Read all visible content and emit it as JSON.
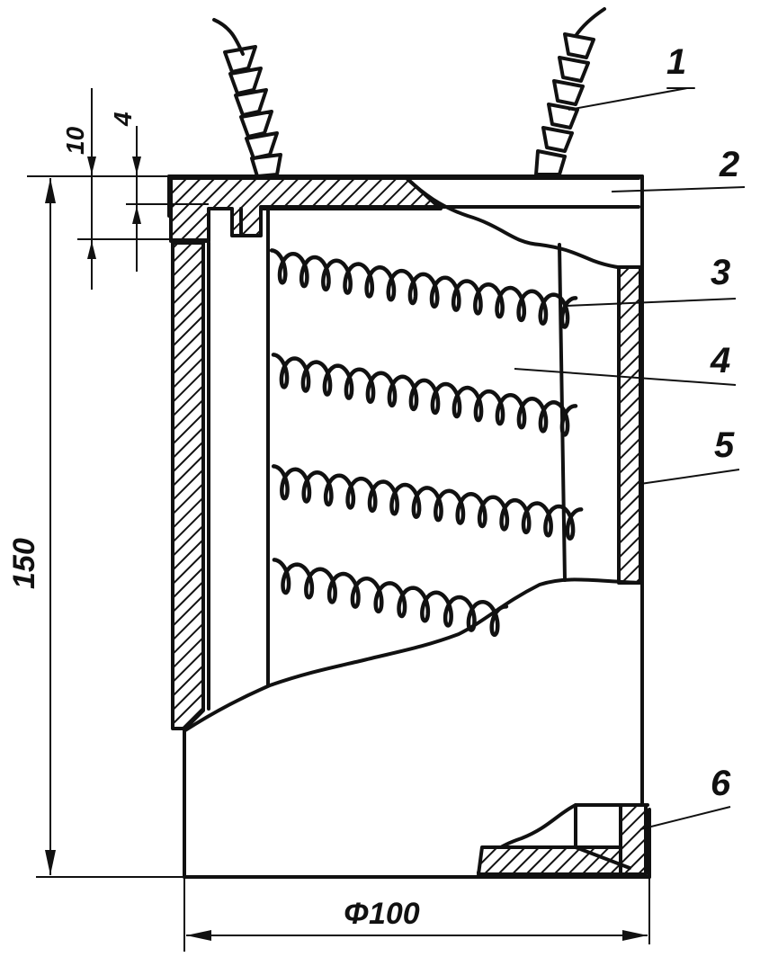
{
  "callouts": [
    {
      "number": "1",
      "part": "lead-wire"
    },
    {
      "number": "2",
      "part": "lid"
    },
    {
      "number": "3",
      "part": "heating-spiral"
    },
    {
      "number": "4",
      "part": "inner-core"
    },
    {
      "number": "5",
      "part": "outer-wall"
    },
    {
      "number": "6",
      "part": "base-ring"
    }
  ],
  "dimensions": {
    "height": "150",
    "diameter": "Φ100",
    "lid_thickness": "10",
    "groove_depth": "4"
  },
  "coil_rows": 4,
  "colors": {
    "ink": "#111111",
    "paper": "#ffffff"
  }
}
